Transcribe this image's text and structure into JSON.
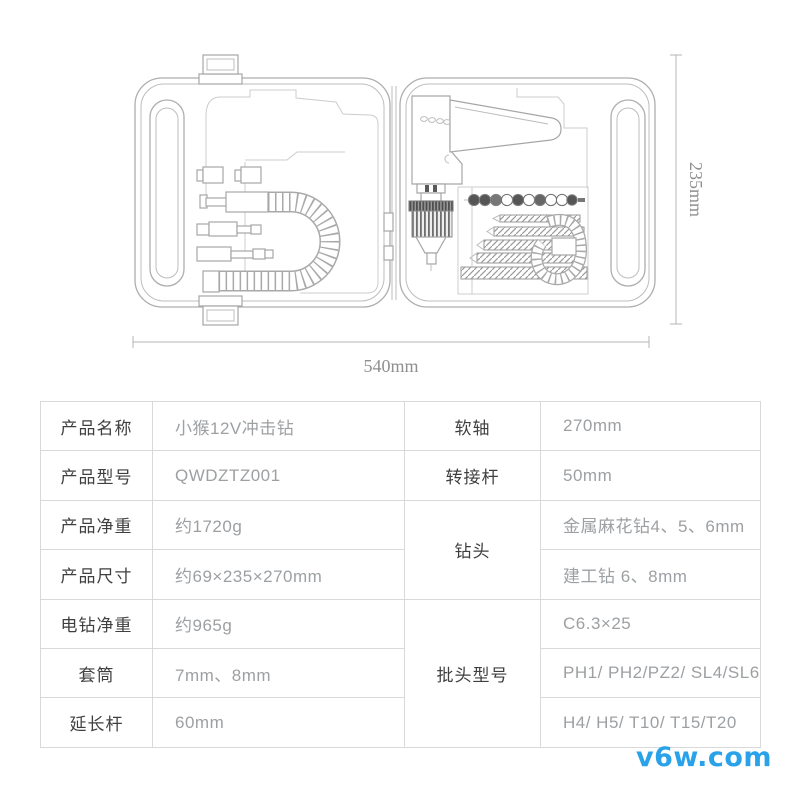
{
  "diagram": {
    "description": "open-clamshell-drill-case-line-drawing",
    "width_dimension": "540mm",
    "height_dimension": "235mm"
  },
  "spec_table": {
    "left_rows": [
      {
        "label": "产品名称",
        "value": "小猴12V冲击钻"
      },
      {
        "label": "产品型号",
        "value": "QWDZTZ001"
      },
      {
        "label": "产品净重",
        "value": "约1720g"
      },
      {
        "label": "产品尺寸",
        "value": "约69×235×270mm"
      },
      {
        "label": "电钻净重",
        "value": "约965g"
      },
      {
        "label": "套筒",
        "value": "7mm、8mm"
      },
      {
        "label": "延长杆",
        "value": "60mm"
      }
    ],
    "right_groups": [
      {
        "label": "软轴",
        "values": [
          "270mm"
        ]
      },
      {
        "label": "转接杆",
        "values": [
          "50mm"
        ]
      },
      {
        "label": "钻头",
        "values": [
          "金属麻花钻4、5、6mm",
          "建工钻 6、8mm"
        ]
      },
      {
        "label": "批头型号",
        "values": [
          "C6.3×25",
          "PH1/ PH2/PZ2/ SL4/SL6",
          "H4/ H5/ T10/ T15/T20"
        ]
      }
    ]
  },
  "watermark": {
    "text": "v6w.com",
    "color": "#29a2ea"
  },
  "colors": {
    "line_art": "#aeaeae",
    "table_border": "#d9d9d9",
    "label_text": "#3f3f3f",
    "value_text": "#9da0a3",
    "dimension_text": "#8f8f8f",
    "background": "#ffffff"
  }
}
